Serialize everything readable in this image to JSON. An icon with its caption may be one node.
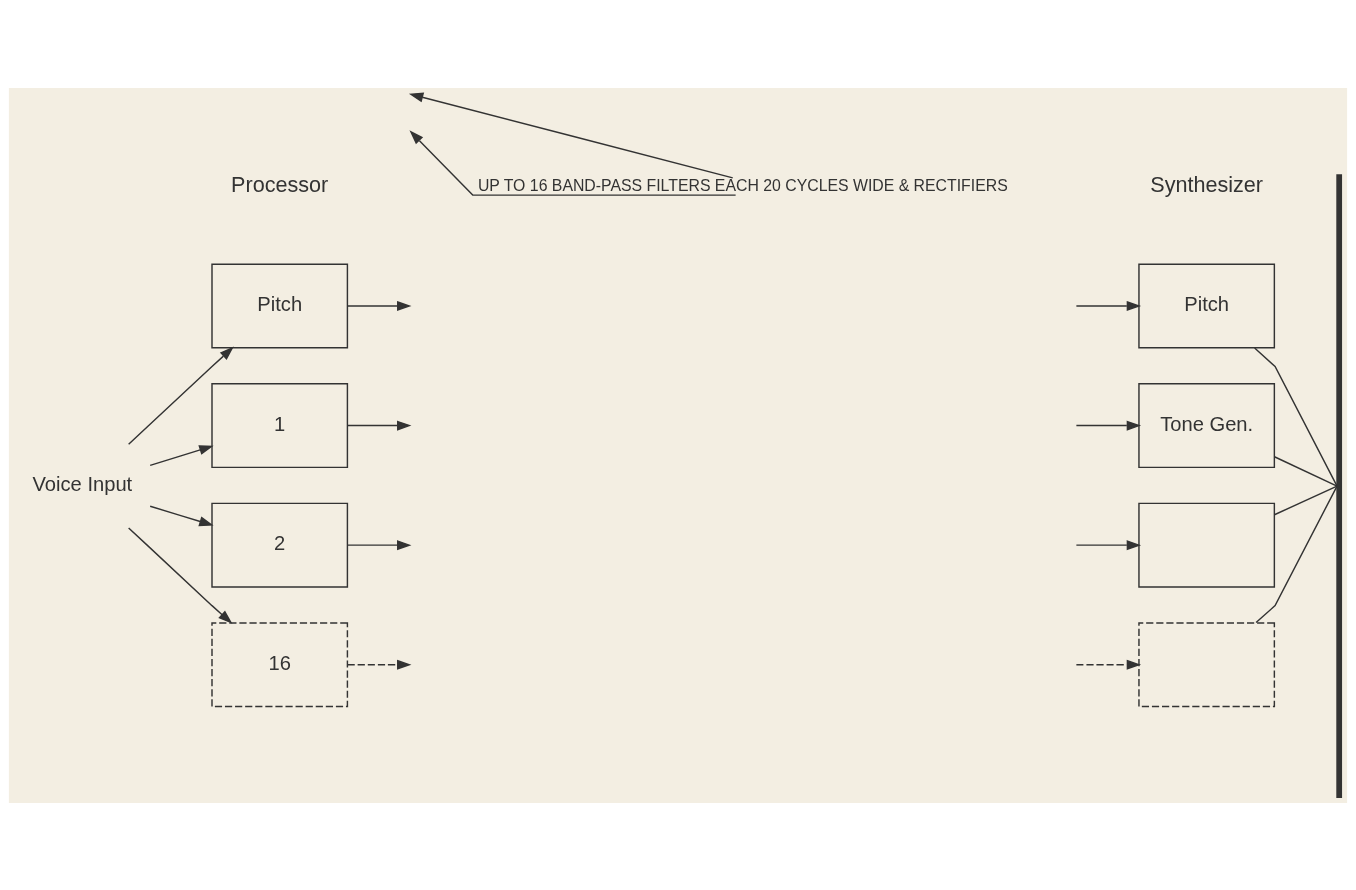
{
  "diagram": {
    "nodes": [
      {
        "text": [
          "Voice Input"
        ]
      },
      {
        "text": [
          "Pitch"
        ]
      },
      {
        "text": [
          "1"
        ]
      },
      {
        "text": [
          "2"
        ]
      },
      {
        "text": [
          "16"
        ]
      },
      {
        "text": [
          "Pitch"
        ]
      },
      {
        "text": [
          "Tone Gen."
        ]
      },
      {
        "text": [],
        "shape": "box"
      },
      {
        "text": [],
        "shape": "box"
      },
      {
        "text": [
          "UP TO 16 BAND-PASS FILTERS EACH 20 CYCLES WIDE & RECTIFIERS"
        ]
      },
      {
        "text": [],
        "shape": "bar"
      }
    ],
    "edges": [
      {
        "from": 0,
        "to": 1,
        "arrow": "to"
      },
      {
        "from": 0,
        "to": 2,
        "arrow": "to"
      },
      {
        "from": 0,
        "to": 3,
        "arrow": "to"
      },
      {
        "from": 0,
        "to": 4,
        "arrow": "to"
      },
      {
        "from": 1,
        "to": null,
        "arrow": "to"
      },
      {
        "from": 2,
        "to": null,
        "arrow": "to"
      },
      {
        "from": 3,
        "to": null,
        "arrow": "to"
      },
      {
        "from": 4,
        "to": null,
        "arrow": "to",
        "style": "dashed"
      },
      {
        "from": null,
        "to": 5,
        "arrow": "to"
      },
      {
        "from": null,
        "to": 6,
        "arrow": "to"
      },
      {
        "from": null,
        "to": 7,
        "arrow": "to"
      },
      {
        "from": null,
        "to": 8,
        "arrow": "to",
        "style": "dashed"
      },
      {
        "from": 5,
        "to": 10,
        "arrow": "none"
      },
      {
        "from": 6,
        "to": 10,
        "arrow": "none"
      },
      {
        "from": 7,
        "to": 10,
        "arrow": "none"
      },
      {
        "from": 8,
        "to": 10,
        "arrow": "none"
      },
      {
        "from": 9,
        "to": null,
        "arrow": "to"
      },
      {
        "from": 9,
        "to": null,
        "arrow": "to"
      }
    ],
    "labels": [
      "Processor",
      "Synthesizer"
    ]
  }
}
